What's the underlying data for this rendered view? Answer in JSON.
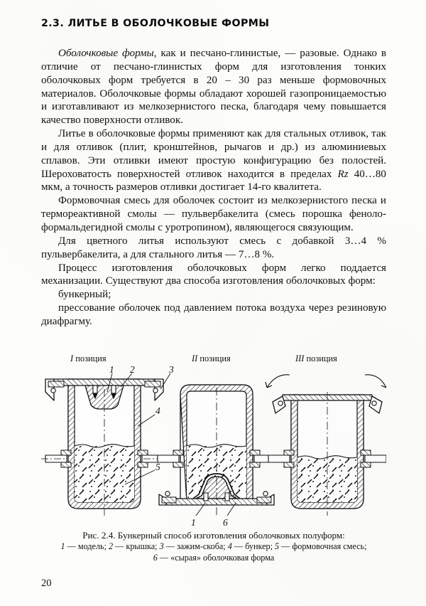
{
  "document": {
    "page_number": "20",
    "section_heading": "2.3. ЛИТЬЕ В ОБОЛОЧКОВЫЕ ФОРМЫ"
  },
  "body": {
    "paragraph_1_lead": "Оболочковые формы",
    "paragraph_1_rest": ", как и песчано-глинистые, — разовые. Однако в отличие от песчано-глинистых форм для изготовления тонких оболочковых форм требуется в 20 – 30 раз меньше формовочных материалов. Оболочковые формы обладают хорошей газопроницаемостью и изготавливают из мелкозернистого песка, благодаря чему повышается качество поверхности отливок.",
    "paragraph_2_a": "Литье в оболочковые формы применяют как для стальных отливок, так и для отливок (плит, кронштейнов, рычагов и др.) из алюминиевых сплавов. Эти отливки имеют простую конфигурацию без полостей. Шероховатость поверхностей отливок находится в пределах ",
    "paragraph_2_symbol": "Rz",
    "paragraph_2_b": " 40…80 мкм, а точность размеров отливки достигает 14-го квалитета.",
    "paragraph_3": "Формовочная смесь для оболочек состоит из мелкозернистого песка и термореактивной смолы — пульвербакелита (смесь порошка феноло-формальдегидной смолы с уротропином), являющегося связующим.",
    "paragraph_4": "Для цветного литья используют смесь с добавкой 3…4 % пульвербакелита, а для стального литья — 7…8 %.",
    "paragraph_5": "Процесс изготовления оболочковых форм легко поддается механизации. Существуют два способа изготовления оболочковых форм:",
    "list_item_1": "бункерный;",
    "list_item_2": "прессование оболочек под давлением потока воздуха через резиновую диафрагму."
  },
  "figure": {
    "positions": [
      {
        "roman": "I",
        "label": " позиция"
      },
      {
        "roman": "II",
        "label": " позиция"
      },
      {
        "roman": "III",
        "label": " позиция"
      }
    ],
    "callouts": {
      "c1": "1",
      "c2": "2",
      "c3": "3",
      "c4": "4",
      "c5": "5",
      "c1b": "1",
      "c6": "6"
    },
    "caption_main": "Рис. 2.4. Бункерный способ изготовления оболочковых полуформ:",
    "caption_legend_line1_parts": [
      {
        "num": "1",
        "text": " — модель; "
      },
      {
        "num": "2",
        "text": " — крышка; "
      },
      {
        "num": "3",
        "text": " — зажим-скоба; "
      },
      {
        "num": "4",
        "text": " — бункер; "
      },
      {
        "num": "5",
        "text": " — формовочная смесь;"
      }
    ],
    "caption_legend_line2_parts": [
      {
        "num": "6",
        "text": " — «сырая» оболочковая форма"
      }
    ]
  },
  "colors": {
    "ink": "#111111",
    "paper": "#fdfdfb",
    "line": "#0d0d0d"
  }
}
